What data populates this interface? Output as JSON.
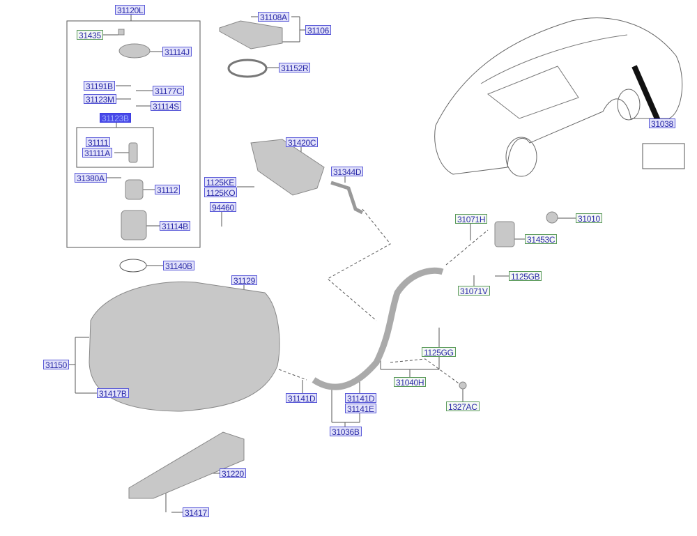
{
  "diagram": {
    "title_part": "31120L",
    "labels": [
      {
        "id": "31120L",
        "style": "blue"
      },
      {
        "id": "31435",
        "style": "green"
      },
      {
        "id": "31114J",
        "style": "blue"
      },
      {
        "id": "31191B",
        "style": "blue"
      },
      {
        "id": "31177C",
        "style": "blue"
      },
      {
        "id": "31123M",
        "style": "blue"
      },
      {
        "id": "31114S",
        "style": "blue"
      },
      {
        "id": "31123B",
        "style": "highlight"
      },
      {
        "id": "31111",
        "style": "blue"
      },
      {
        "id": "31111A",
        "style": "blue"
      },
      {
        "id": "31380A",
        "style": "blue"
      },
      {
        "id": "31112",
        "style": "blue"
      },
      {
        "id": "31114B",
        "style": "blue"
      },
      {
        "id": "31108A",
        "style": "blue"
      },
      {
        "id": "31106",
        "style": "blue"
      },
      {
        "id": "31152R",
        "style": "blue"
      },
      {
        "id": "31420C",
        "style": "blue"
      },
      {
        "id": "31344D",
        "style": "blue"
      },
      {
        "id": "1125KE",
        "style": "blue"
      },
      {
        "id": "1125KO",
        "style": "blue"
      },
      {
        "id": "94460",
        "style": "blue"
      },
      {
        "id": "31140B",
        "style": "blue"
      },
      {
        "id": "31129",
        "style": "blue"
      },
      {
        "id": "31150",
        "style": "blue"
      },
      {
        "id": "31417B",
        "style": "blue"
      },
      {
        "id": "31141D",
        "style": "blue"
      },
      {
        "id": "31141D",
        "style": "blue"
      },
      {
        "id": "31141E",
        "style": "blue"
      },
      {
        "id": "31036B",
        "style": "blue"
      },
      {
        "id": "31040H",
        "style": "green"
      },
      {
        "id": "1125GG",
        "style": "green"
      },
      {
        "id": "1327AC",
        "style": "green"
      },
      {
        "id": "31071H",
        "style": "green"
      },
      {
        "id": "31010",
        "style": "green"
      },
      {
        "id": "31453C",
        "style": "green"
      },
      {
        "id": "1125GB",
        "style": "green"
      },
      {
        "id": "31071V",
        "style": "green"
      },
      {
        "id": "31038",
        "style": "blue"
      },
      {
        "id": "31220",
        "style": "blue"
      },
      {
        "id": "31417",
        "style": "blue"
      }
    ]
  },
  "colors": {
    "blue_label": "#5858d8",
    "green_label": "#5a9a5a",
    "highlight": "#4a4ae8"
  }
}
